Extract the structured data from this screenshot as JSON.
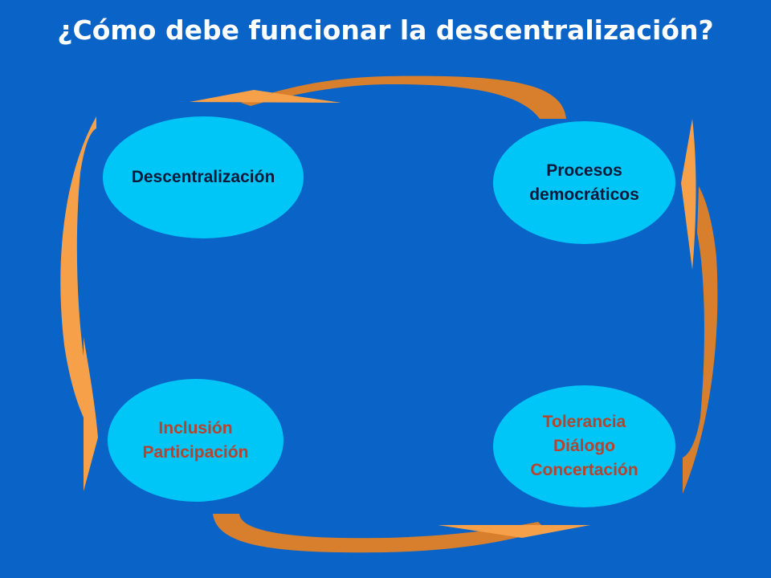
{
  "title": "¿Cómo debe funcionar la descentralización?",
  "colors": {
    "background": "#0a63c6",
    "node_fill": "#00c6f8",
    "arrow_light": "#f6a04a",
    "arrow_dark": "#d77f2c",
    "dark_text": "#0b1a3a",
    "red_text": "#b5432e"
  },
  "nodes": {
    "descentralizacion": {
      "lines": [
        "Descentralización"
      ]
    },
    "procesos": {
      "lines": [
        "Procesos",
        "democráticos"
      ]
    },
    "inclusion": {
      "lines": [
        "Inclusión",
        "Participación"
      ]
    },
    "tolerancia": {
      "lines": [
        "Tolerancia",
        "Diálogo",
        "Concertación"
      ]
    }
  }
}
